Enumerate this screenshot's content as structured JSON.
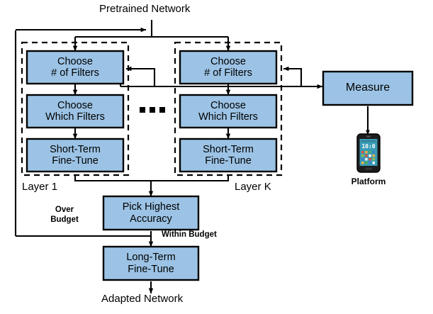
{
  "diagram": {
    "title_top": "Pretrained Network",
    "title_bottom": "Adapted Network",
    "layer_labels": {
      "first": "Layer 1",
      "last": "Layer K"
    },
    "ellipsis": "...",
    "edge_labels": {
      "over_budget": "Over\nBudget",
      "within_budget": "Within Budget"
    },
    "platform_label": "Platform",
    "colors": {
      "box_fill": "#9cc3e5",
      "box_stroke": "#000000",
      "line": "#000000",
      "dashed_group": "#000000",
      "phone_body": "#1c1c1c",
      "phone_screen": "#3a9bb5"
    },
    "blocks": {
      "layer1_choose_num": "Choose\n# of Filters",
      "layer1_choose_which": "Choose\nWhich Filters",
      "layer1_short_term": "Short-Term\nFine-Tune",
      "layerk_choose_num": "Choose\n# of Filters",
      "layerk_choose_which": "Choose\nWhich Filters",
      "layerk_short_term": "Short-Term\nFine-Tune",
      "measure": "Measure",
      "pick_highest": "Pick Highest\nAccuracy",
      "long_term": "Long-Term\nFine-Tune"
    }
  }
}
